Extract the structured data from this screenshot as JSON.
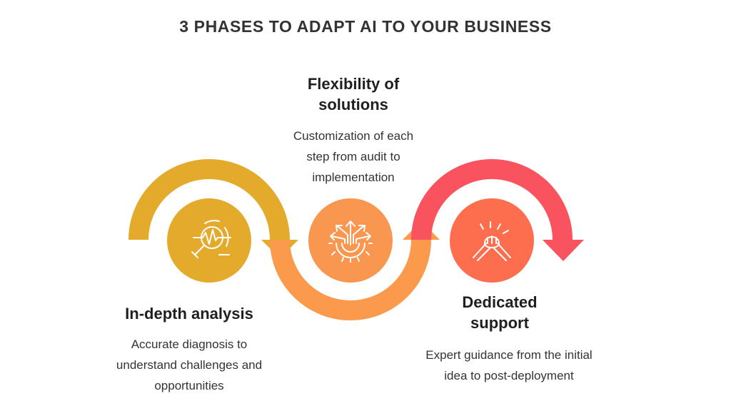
{
  "title": "3 PHASES TO ADAPT AI TO YOUR BUSINESS",
  "colors": {
    "phase1": "#E3AA2B",
    "phase2_arrow": "#FB9A4C",
    "phase2_circle": "#F99650",
    "phase3_arrow": "#F8535E",
    "phase3_circle": "#FD6E4F",
    "icon_stroke": "#ffffff"
  },
  "phases": [
    {
      "title": "In-depth analysis",
      "description": "Accurate diagnosis to understand challenges and opportunities",
      "icon": "magnifier-pulse-icon"
    },
    {
      "title": "Flexibility of solutions",
      "description": "Customization of each step from audit to implementation",
      "icon": "gear-arrows-icon"
    },
    {
      "title": "Dedicated support",
      "description": "Expert guidance from the initial idea to post-deployment",
      "icon": "handshake-icon"
    }
  ]
}
